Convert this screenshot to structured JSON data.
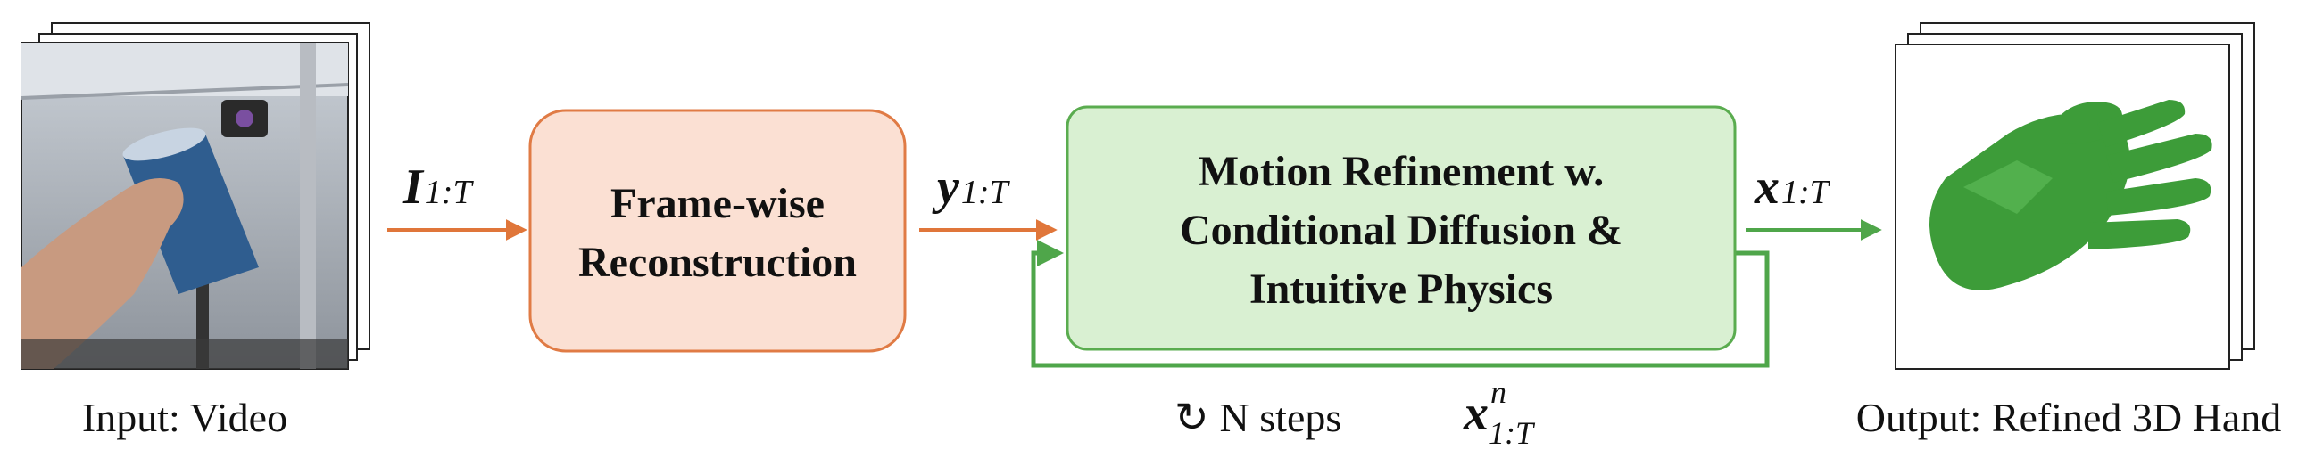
{
  "input": {
    "caption": "Input: Video"
  },
  "arrow_labels": {
    "images": {
      "main": "I",
      "sub": "1:T"
    },
    "recon": {
      "main": "y",
      "sub": "1:T"
    },
    "refined": {
      "main": "x",
      "sub": "1:T"
    },
    "loop": {
      "main": "x",
      "sup": "n",
      "sub": "1:T"
    }
  },
  "boxes": {
    "reconstruction": {
      "line1": "Frame-wise",
      "line2": "Reconstruction"
    },
    "refinement": {
      "line1": "Motion Refinement w.",
      "line2": "Conditional Diffusion &",
      "line3": "Intuitive Physics"
    }
  },
  "loop": {
    "steps_icon": "↻",
    "steps_text": "N steps"
  },
  "output": {
    "caption": "Output: Refined 3D Hand"
  },
  "colors": {
    "orange_arrow": "#e0763a",
    "orange_box_fill": "#fbe0d3",
    "orange_box_stroke": "#e07b45",
    "green_arrow": "#4fa64a",
    "green_box_fill": "#d9f0d2",
    "green_box_stroke": "#5aac4f",
    "hand": "#3d9c39"
  }
}
